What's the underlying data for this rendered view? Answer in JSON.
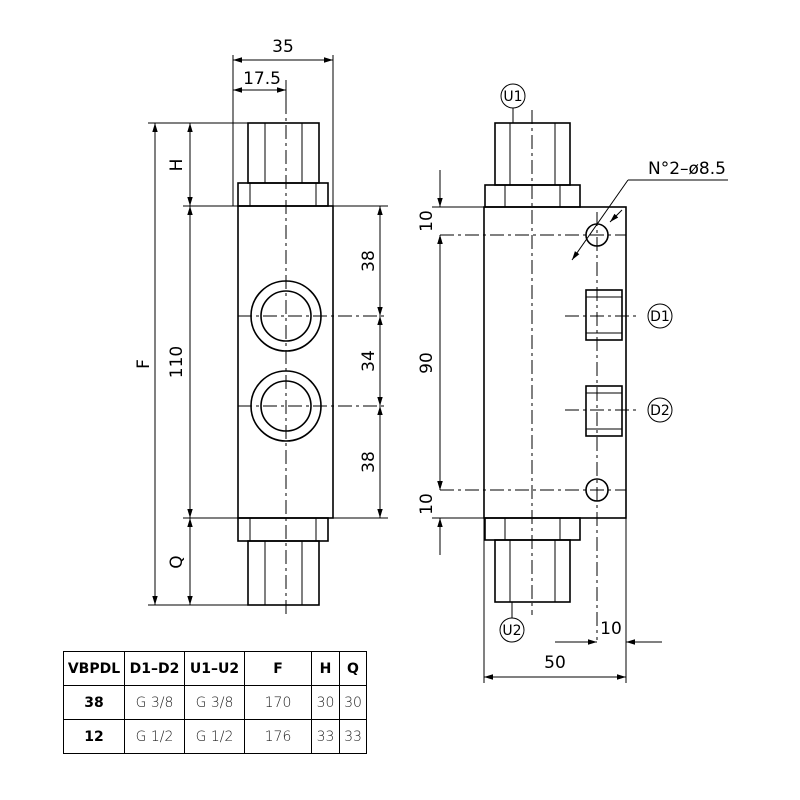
{
  "dimensions": {
    "width_total": "35",
    "width_half": "17.5",
    "height_H": "H",
    "height_F": "F",
    "height_Q": "Q",
    "body_length": "110",
    "port_spacing_top": "38",
    "port_spacing_mid": "34",
    "port_spacing_bottom": "38",
    "side_offset_top": "10",
    "side_center": "90",
    "side_offset_bottom": "10",
    "side_width": "50",
    "side_edge": "10",
    "hole_note": "N°2–ø8.5"
  },
  "ports": {
    "u1": "U1",
    "u2": "U2",
    "d1": "D1",
    "d2": "D2"
  },
  "table": {
    "headers": [
      "VBPDL",
      "D1–D2",
      "U1–U2",
      "F",
      "H",
      "Q"
    ],
    "rows": [
      [
        "38",
        "G 3/8",
        "G 3/8",
        "170",
        "30",
        "30"
      ],
      [
        "12",
        "G 1/2",
        "G 1/2",
        "176",
        "33",
        "33"
      ]
    ]
  }
}
